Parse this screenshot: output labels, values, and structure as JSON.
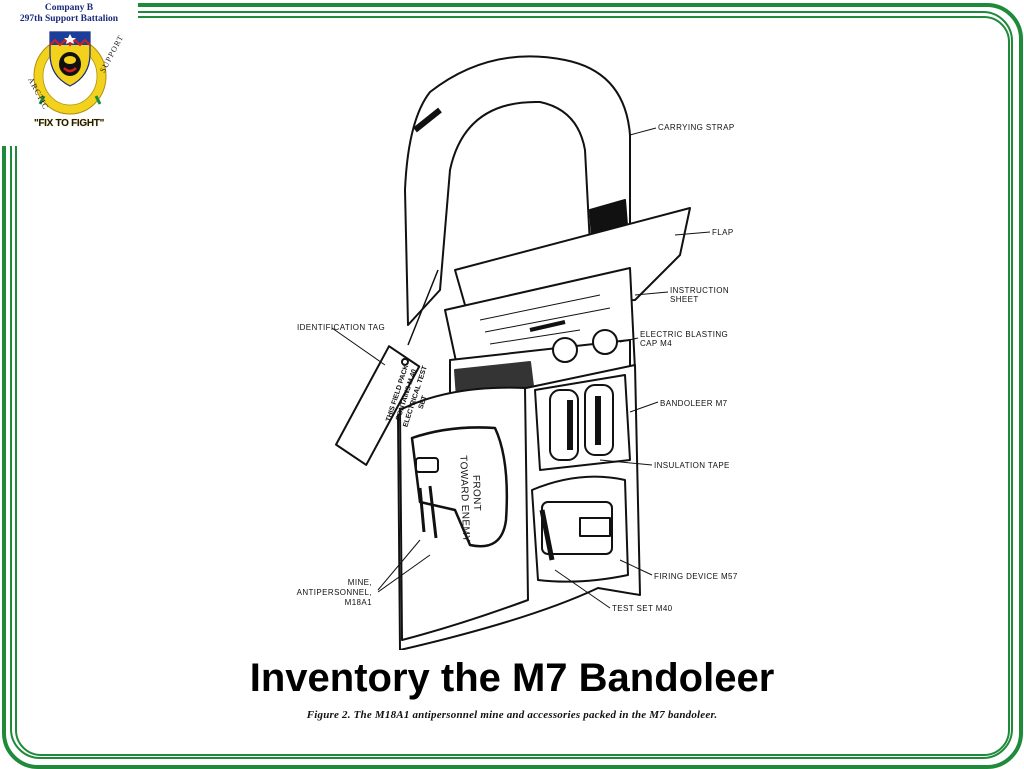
{
  "slide": {
    "title": "Inventory the M7 Bandoleer",
    "caption": "Figure 2.  The M18A1 antipersonnel mine and accessories packed in the M7 bandoleer.",
    "accent_color": "#1e8a3a"
  },
  "crest": {
    "unit_line1": "Company B",
    "unit_line2": "297th  Support Battalion",
    "arc_left": "ARCTIC",
    "arc_right": "SUPPORT",
    "motto": "\"FIX TO FIGHT\""
  },
  "illustration": {
    "labels": {
      "carrying_strap": "CARRYING STRAP",
      "flap": "FLAP",
      "instruction_sheet_1": "INSTRUCTION",
      "instruction_sheet_2": "SHEET",
      "blasting_cap_1": "ELECTRIC BLASTING",
      "blasting_cap_2": "CAP M4",
      "identification_tag": "IDENTIFICATION TAG",
      "bandoleer": "BANDOLEER M7",
      "insulation_tape": "INSULATION TAPE",
      "firing_device": "FIRING DEVICE M57",
      "test_set": "TEST SET M40",
      "mine_1": "MINE,",
      "mine_2": "ANTIPERSONNEL,",
      "mine_3": "M18A1"
    },
    "mine_face": {
      "line1": "FRONT",
      "line2": "TOWARD ENEMY"
    },
    "tag_text": [
      "THIS FIELD PACK",
      "CONTAINS M 40",
      "ELECTRICAL TEST",
      "SET"
    ]
  }
}
